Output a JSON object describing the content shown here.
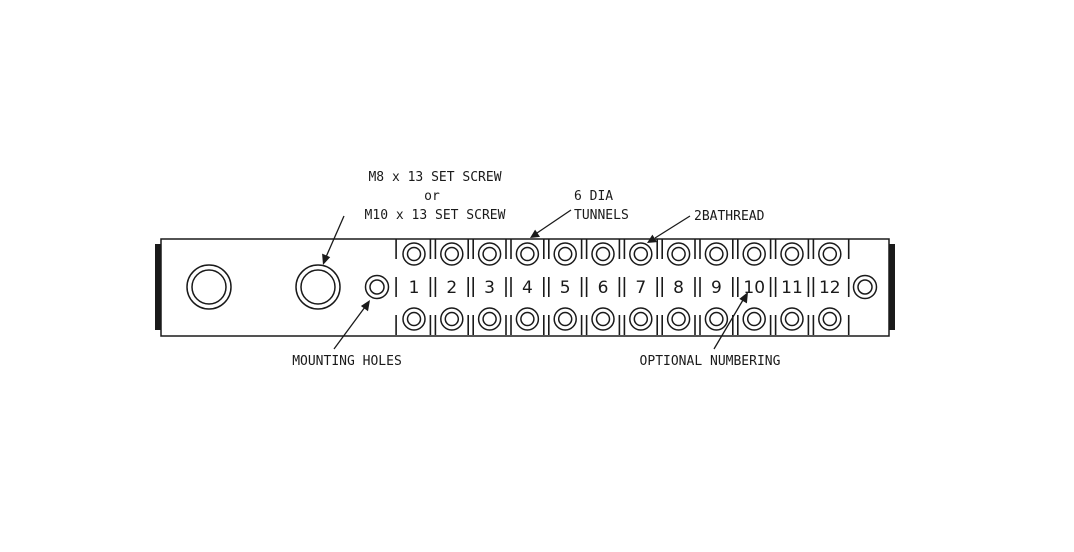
{
  "labels": {
    "set_screw_line1": "M8 x 13 SET SCREW",
    "set_screw_or": "or",
    "set_screw_line2": "M10 x 13 SET SCREW",
    "tunnels_line1": "6 DIA",
    "tunnels_line2": "TUNNELS",
    "thread": "2BATHREAD",
    "mounting_holes": "MOUNTING HOLES",
    "optional_numbering": "OPTIONAL NUMBERING"
  },
  "terminals": [
    "1",
    "2",
    "3",
    "4",
    "5",
    "6",
    "7",
    "8",
    "9",
    "10",
    "11",
    "12"
  ],
  "colors": {
    "line": "#1a1a1a",
    "background": "#ffffff"
  }
}
